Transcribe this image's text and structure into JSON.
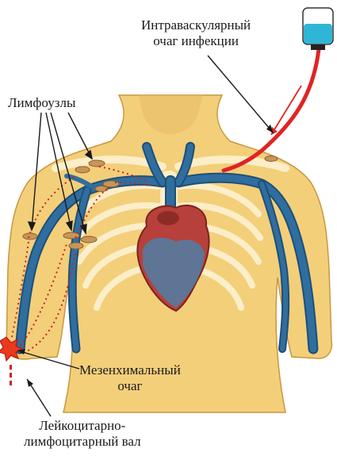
{
  "labels": {
    "intravascular_line1": "Интраваскулярный",
    "intravascular_line2": "очаг инфекции",
    "lymph_nodes": "Лимфоузлы",
    "mesenchymal_line1": "Мезенхимальный",
    "mesenchymal_line2": "очаг",
    "leukocyte_line1": "Лейкоцитарно-",
    "leukocyte_line2": "лимфоцитарный вал"
  },
  "colors": {
    "skin": "#f3cf7a",
    "skin_shadow": "#e0b25a",
    "bone": "#fbeec8",
    "vein": "#2f6e9e",
    "vein_dark": "#1f4f78",
    "heart": "#b8403a",
    "heart_blue": "#4d7fa6",
    "catheter": "#e02424",
    "dots": "#d02020",
    "lymph_node": "#c8955a",
    "iv_fluid": "#2fb6d6"
  },
  "icons": [
    "iv-bag-icon",
    "infection-burst-icon"
  ]
}
